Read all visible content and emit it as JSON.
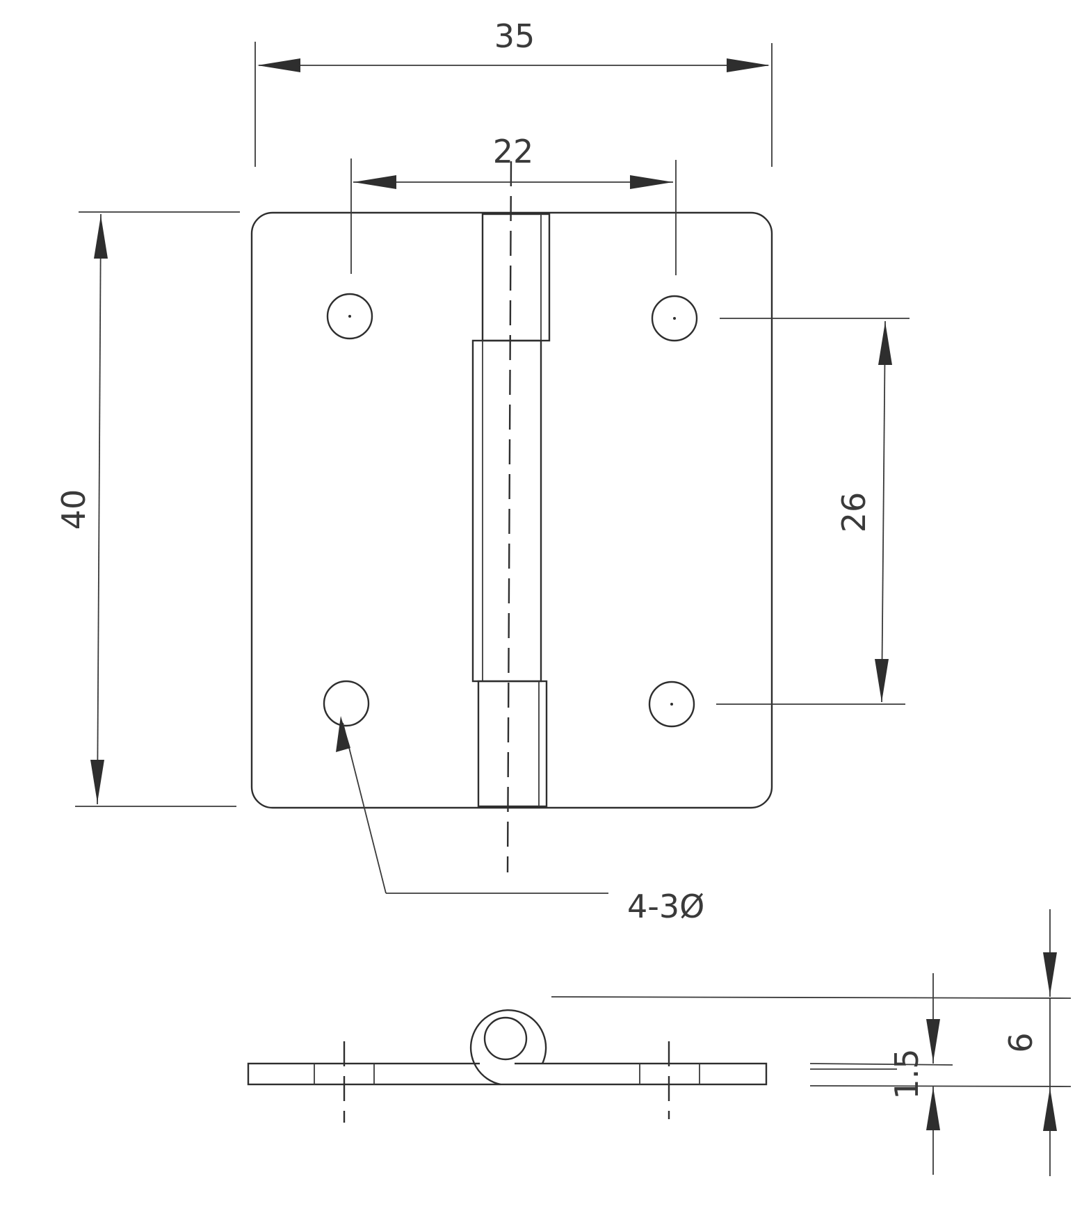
{
  "drawing": {
    "subject": "hinge",
    "units": "mm",
    "dimensions": {
      "overall_width": "35",
      "hole_spacing_horizontal": "22",
      "overall_height": "40",
      "hole_spacing_vertical": "26",
      "hole_callout": "4-3Ø",
      "leaf_thickness": "1.5",
      "knuckle_height": "6"
    },
    "views": [
      "front-view",
      "side-view"
    ],
    "holes": {
      "count": 4,
      "diameter": "3"
    }
  }
}
